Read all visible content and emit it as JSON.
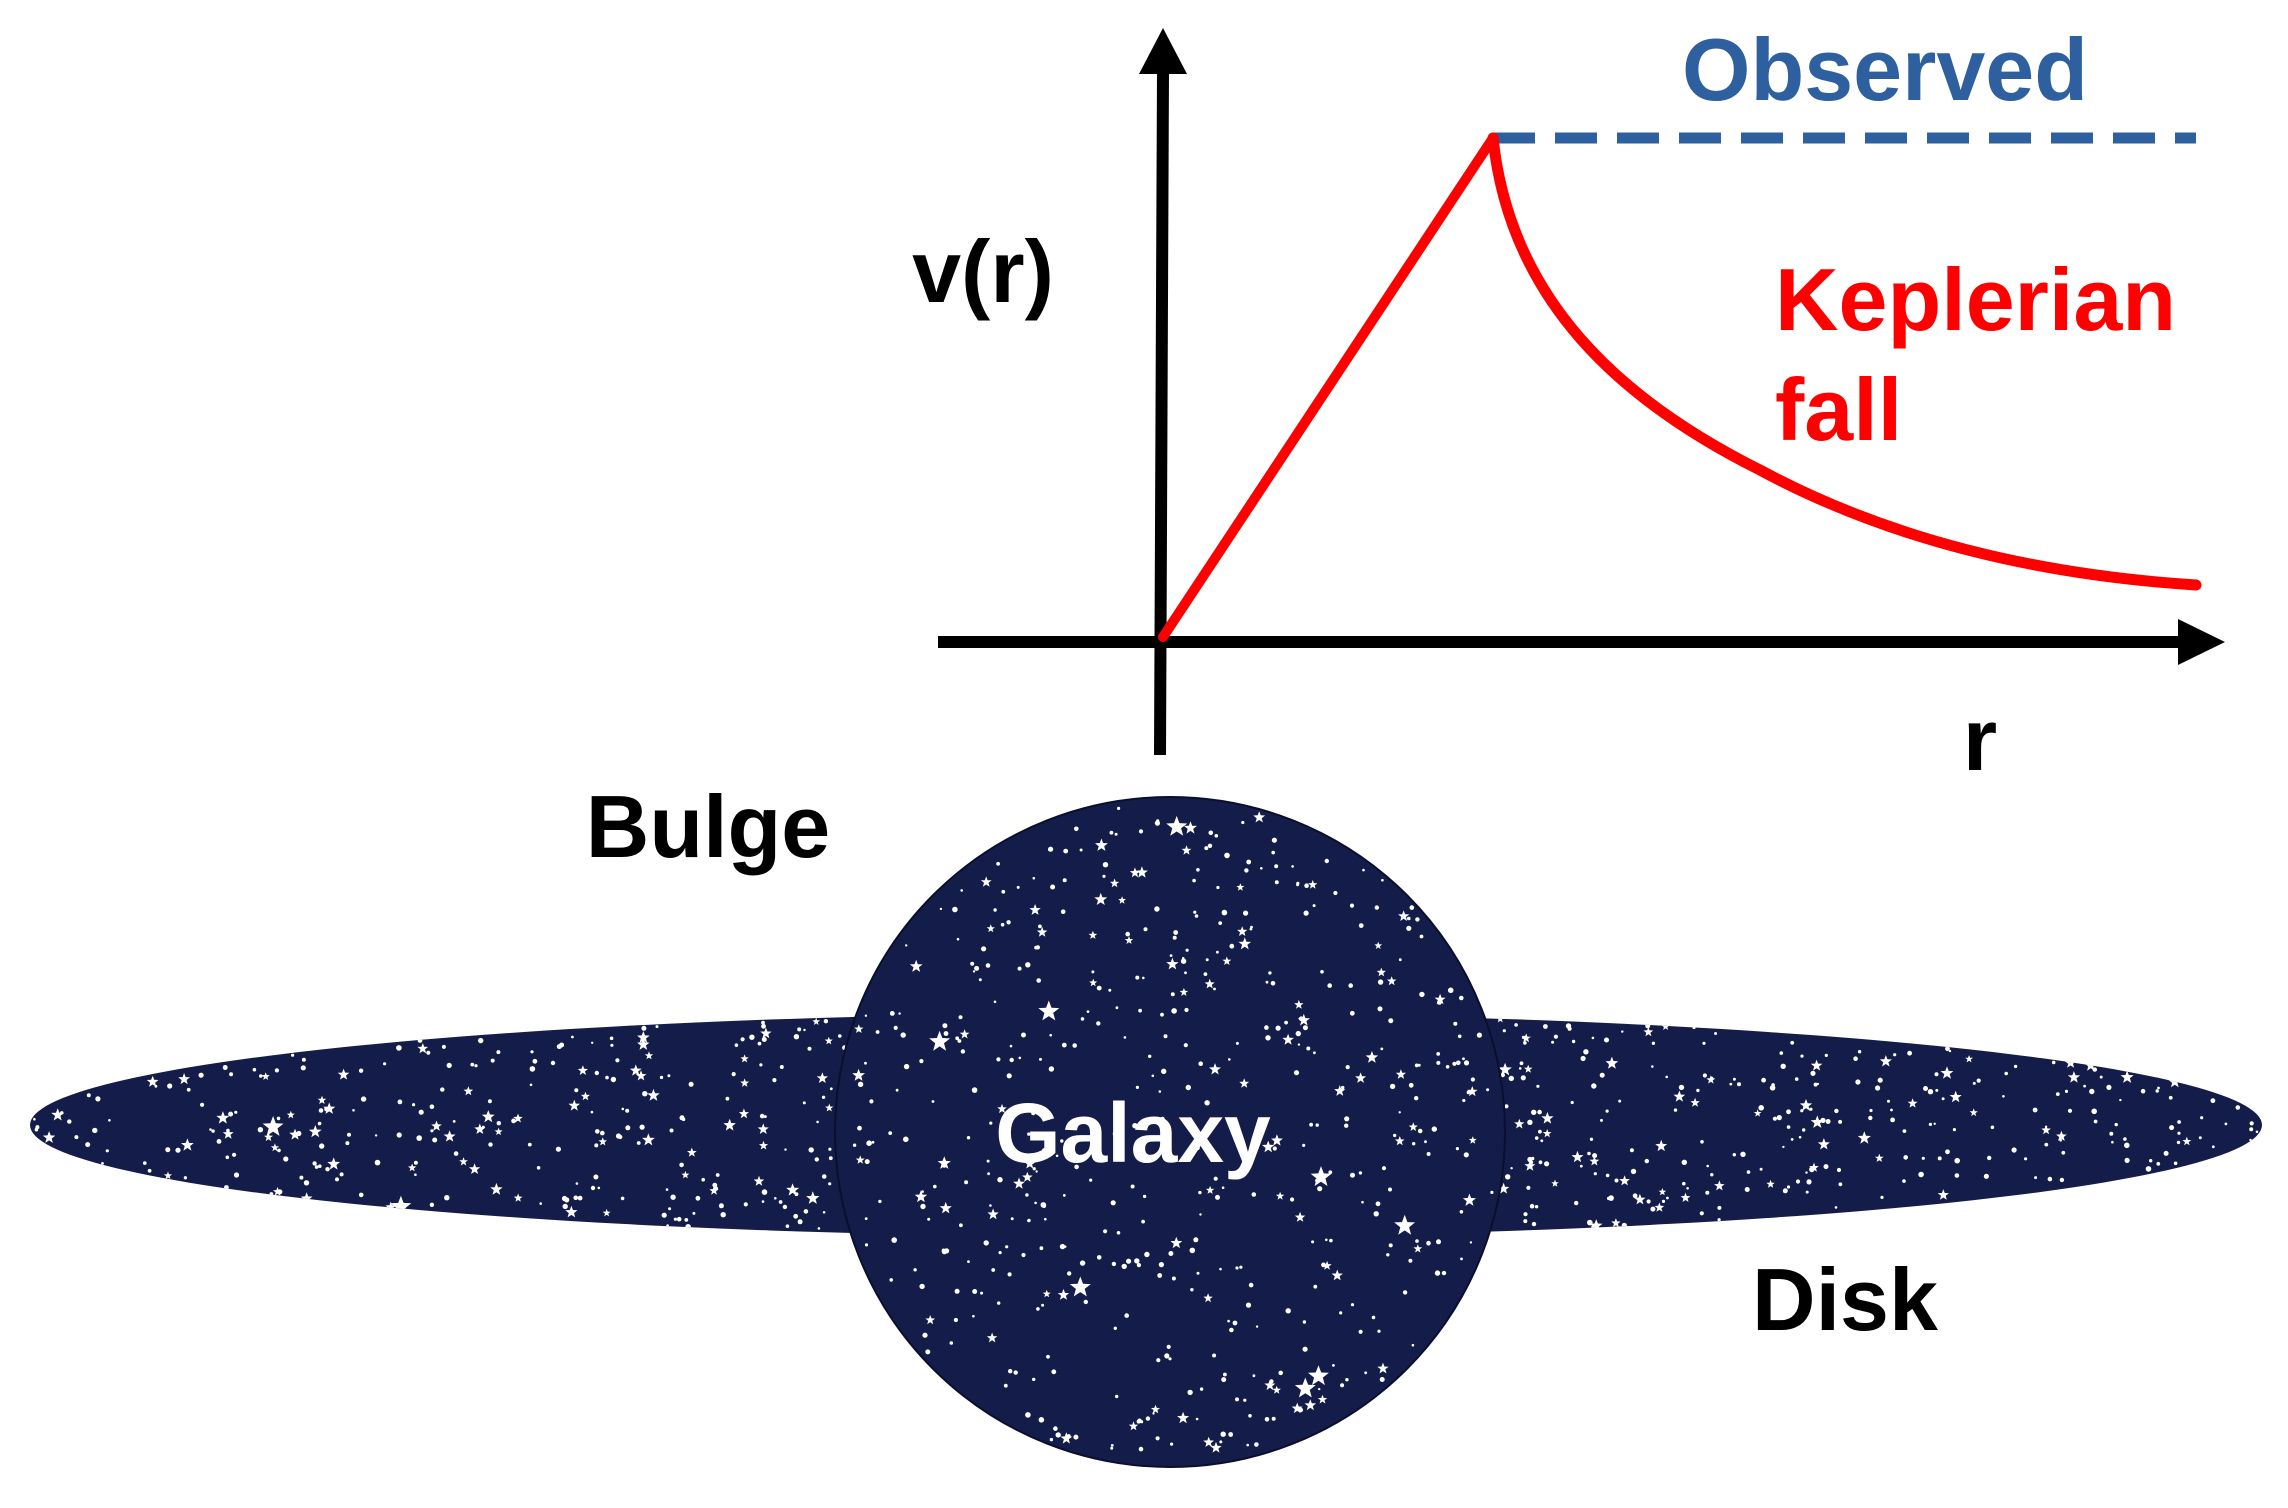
{
  "diagram": {
    "labels": {
      "y_axis": "v(r)",
      "x_axis": "r",
      "observed": "Observed",
      "keplerian_line1": "Keplerian",
      "keplerian_line2": "fall",
      "bulge": "Bulge",
      "disk": "Disk",
      "galaxy": "Galaxy"
    },
    "colors": {
      "axis": "#000000",
      "keplerian": "#ff0000",
      "observed": "#2e5f9e",
      "galaxy_fill": "#141c4a",
      "stars": "#ffffff",
      "text": "#000000",
      "galaxy_text": "#ffffff"
    },
    "curves": {
      "rising": "linear",
      "keplerian": "falls off with radius after the peak",
      "observed": "flat after the peak (dashed)"
    }
  }
}
